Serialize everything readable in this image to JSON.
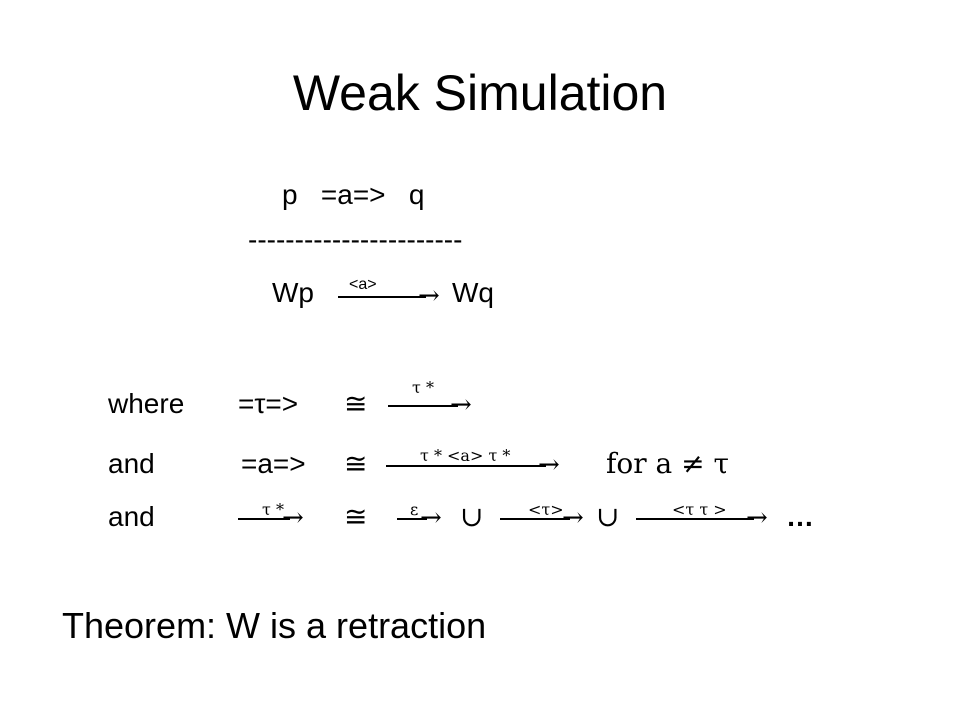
{
  "slide": {
    "title": "Weak Simulation",
    "rule": {
      "premise": "p   =a=>   q",
      "divider": "-----------------------",
      "conclusion_left": "Wp",
      "conclusion_label": "<a>",
      "conclusion_right": "Wq"
    },
    "line_where": {
      "lead": "where",
      "rel": "=τ=>",
      "cong": "≅",
      "label": "τ *"
    },
    "line_and1": {
      "lead": "and",
      "rel": "=a=>",
      "cong": "≅",
      "label": "τ * <a> τ *",
      "tail": "for  a ≠ τ"
    },
    "line_and2": {
      "lead": "and",
      "label1": "τ *",
      "cong": "≅",
      "label2": "ε",
      "union1": "∪",
      "label3": "<τ>",
      "union2": "∪",
      "label4": "<τ τ >",
      "ellipsis": "…"
    },
    "theorem": "Theorem:  W is a retraction"
  }
}
